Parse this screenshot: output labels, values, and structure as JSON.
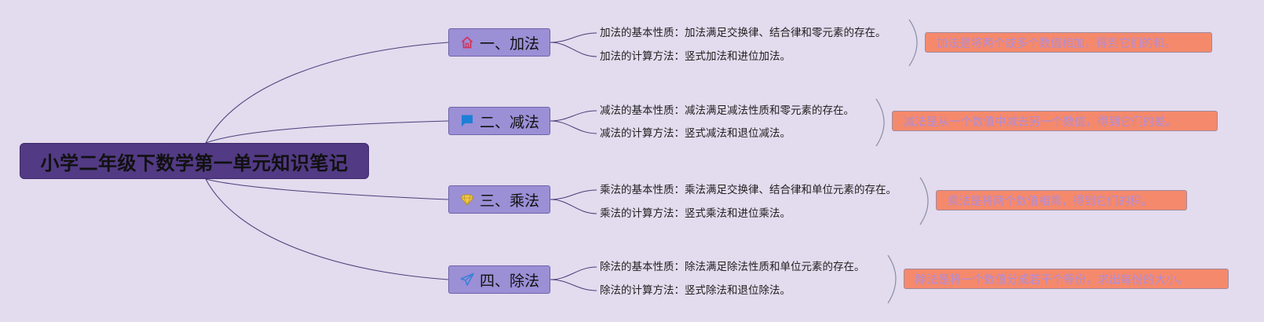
{
  "root": {
    "title": "小学二年级下数学第一单元知识笔记"
  },
  "branches": [
    {
      "label": "一、加法",
      "icon": "home-icon",
      "icon_color": "#d2345c",
      "leaves": [
        "加法的基本性质：加法满足交换律、结合律和零元素的存在。",
        "加法的计算方法：竖式加法和进位加法。"
      ],
      "summary": "加法是将两个或多个数值相加，得到它们的和。"
    },
    {
      "label": "二、减法",
      "icon": "flag-icon",
      "icon_color": "#1e7fd6",
      "leaves": [
        "减法的基本性质：减法满足减法性质和零元素的存在。",
        "减法的计算方法：竖式减法和退位减法。"
      ],
      "summary": "减法是从一个数值中减去另一个数值，得到它们的差。"
    },
    {
      "label": "三、乘法",
      "icon": "diamond-icon",
      "icon_color": "#f2c94c",
      "leaves": [
        "乘法的基本性质：乘法满足交换律、结合律和单位元素的存在。",
        "乘法的计算方法：竖式乘法和进位乘法。"
      ],
      "summary": "乘法是将两个数值相乘，得到它们的积。"
    },
    {
      "label": "四、除法",
      "icon": "paper-plane-icon",
      "icon_color": "#3a7fd6",
      "leaves": [
        "除法的基本性质：除法满足除法性质和单位元素的存在。",
        "除法的计算方法：竖式除法和退位除法。"
      ],
      "summary": "除法是将一个数值分成若干个等份，求出每份的大小。"
    }
  ],
  "colors": {
    "background": "#e3dbee",
    "root_fill": "#523a84",
    "branch_fill": "#9b8fd6",
    "summary_fill": "#f5896c",
    "summary_text": "#b08cd6",
    "connector": "#4a3f7a"
  }
}
